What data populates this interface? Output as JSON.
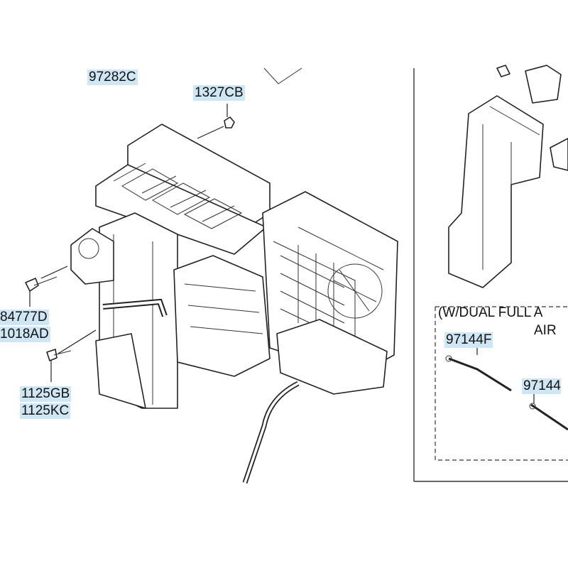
{
  "labels": {
    "part_97282C": "97282C",
    "part_1327CB": "1327CB",
    "part_84777D": "84777D",
    "part_1018AD": "1018AD",
    "part_1125GB": "1125GB",
    "part_1125KC": "1125KC",
    "part_97144F": "97144F",
    "part_97144_cut": "97144"
  },
  "inset_note": {
    "line1": "(W/DUAL FULL A",
    "line2": "AIR"
  },
  "colors": {
    "label_bg": "#cfe6f5",
    "line": "#222222"
  }
}
